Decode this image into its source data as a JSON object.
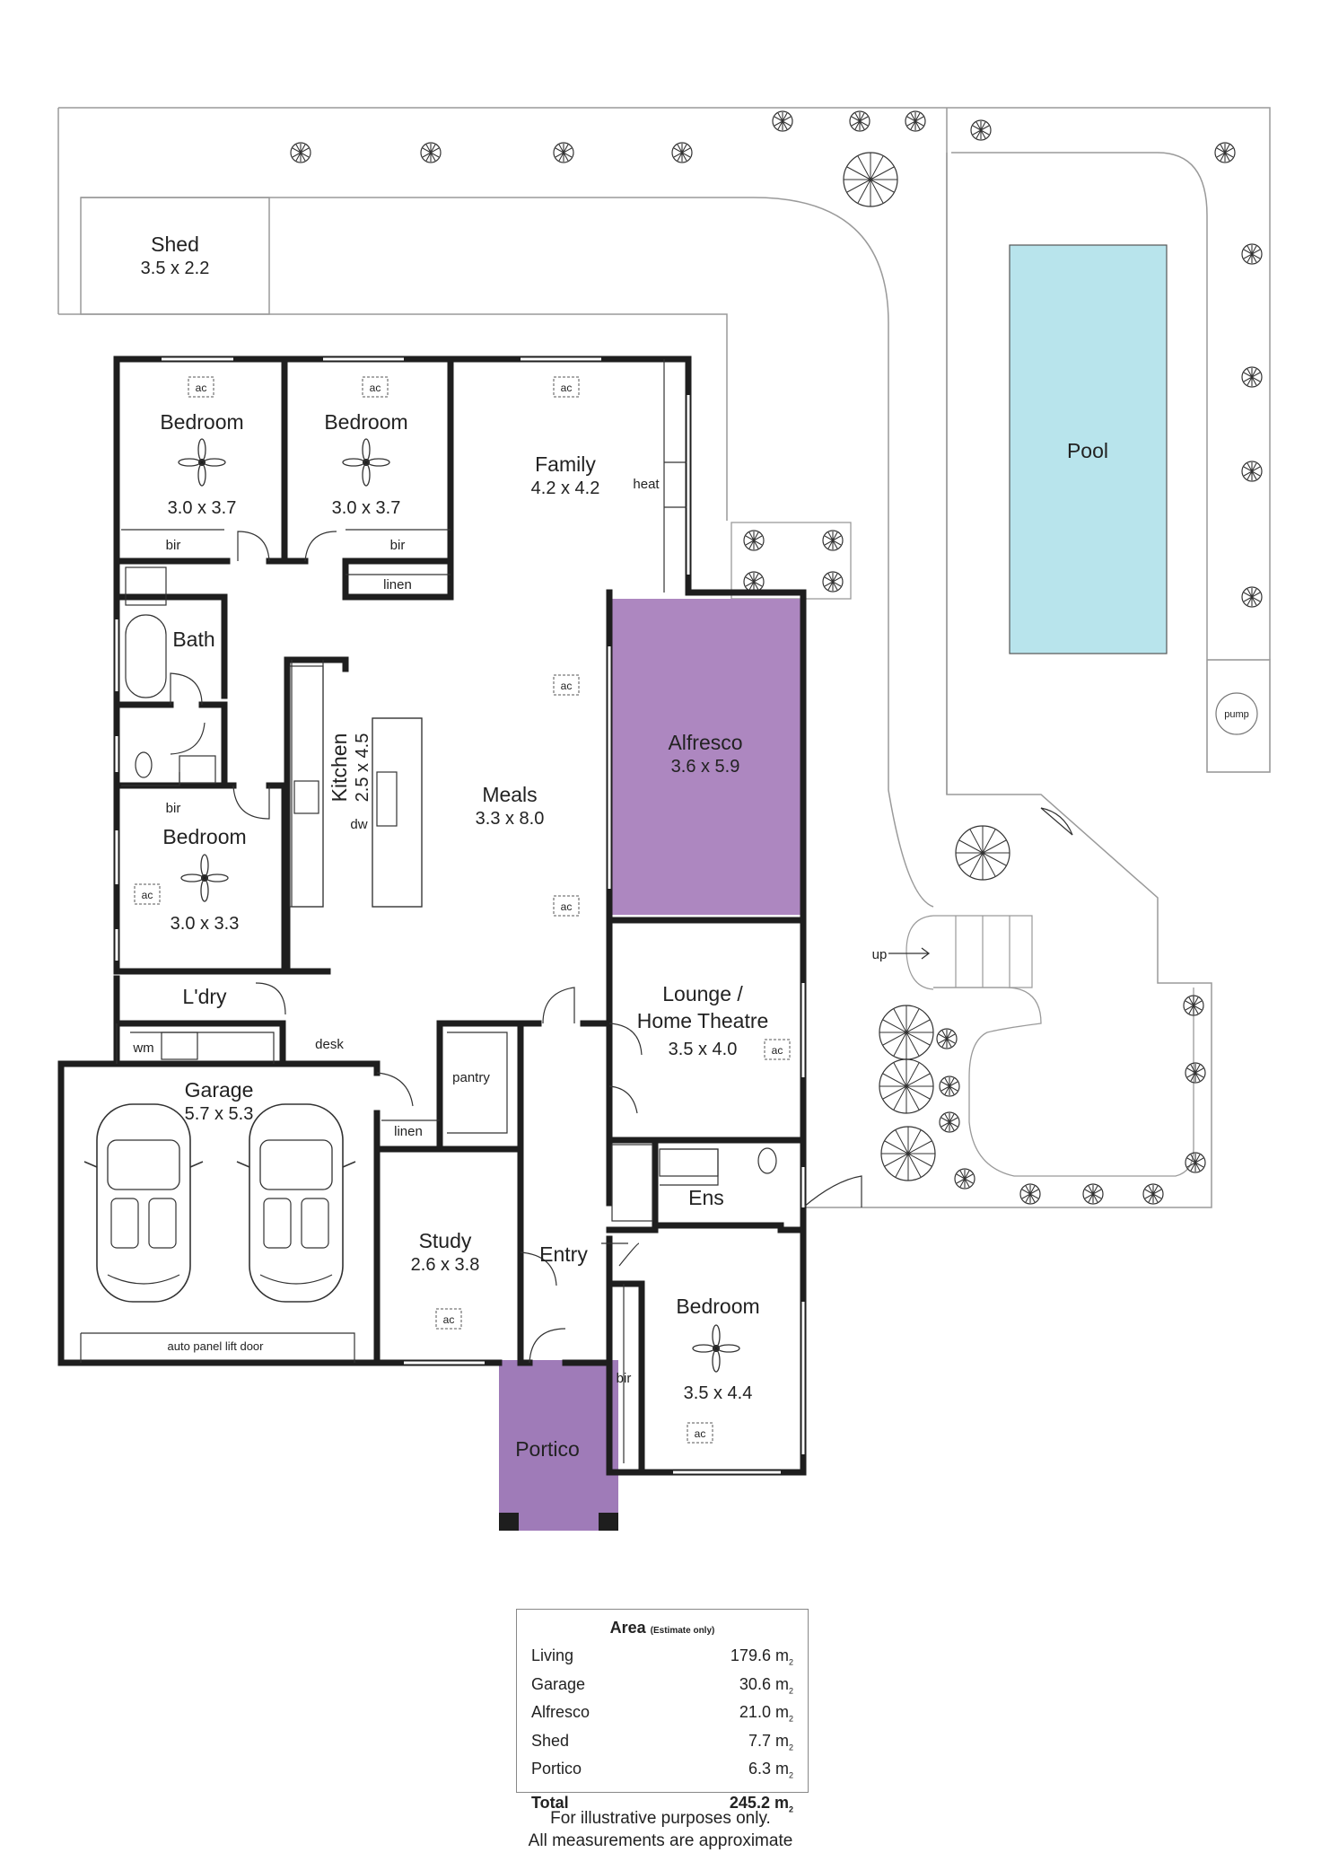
{
  "rooms": {
    "shed": {
      "name": "Shed",
      "dims": "3.5 x 2.2"
    },
    "bed1": {
      "name": "Bedroom",
      "dims": "3.0 x 3.7"
    },
    "bed2": {
      "name": "Bedroom",
      "dims": "3.0 x 3.7"
    },
    "family": {
      "name": "Family",
      "dims": "4.2 x 4.2"
    },
    "pool": {
      "name": "Pool"
    },
    "bath": {
      "name": "Bath"
    },
    "kitchen": {
      "name": "Kitchen",
      "dims": "2.5 x 4.5"
    },
    "meals": {
      "name": "Meals",
      "dims": "3.3 x 8.0"
    },
    "alfresco": {
      "name": "Alfresco",
      "dims": "3.6 x 5.9"
    },
    "bed3": {
      "name": "Bedroom",
      "dims": "3.0 x 3.3"
    },
    "laundry": {
      "name": "L'dry"
    },
    "lounge": {
      "name1": "Lounge /",
      "name2": "Home Theatre",
      "dims": "3.5 x 4.0"
    },
    "garage": {
      "name": "Garage",
      "dims": "5.7 x 5.3"
    },
    "study": {
      "name": "Study",
      "dims": "2.6 x 3.8"
    },
    "entry": {
      "name": "Entry"
    },
    "ens": {
      "name": "Ens"
    },
    "bed4": {
      "name": "Bedroom",
      "dims": "3.5 x 4.4"
    },
    "portico": {
      "name": "Portico"
    }
  },
  "labels": {
    "ac": "ac",
    "bir": "bir",
    "linen": "linen",
    "heat": "heat",
    "pump": "pump",
    "dw": "dw",
    "wm": "wm",
    "desk": "desk",
    "pantry": "pantry",
    "up": "up",
    "garage_door": "auto panel lift door"
  },
  "area_table": {
    "title": "Area",
    "note": "(Estimate only)",
    "unit": "m",
    "unit_sub": "2",
    "rows": [
      {
        "label": "Living",
        "value": "179.6"
      },
      {
        "label": "Garage",
        "value": "30.6"
      },
      {
        "label": "Alfresco",
        "value": "21.0"
      },
      {
        "label": "Shed",
        "value": "7.7"
      },
      {
        "label": "Portico",
        "value": "6.3"
      }
    ],
    "total_label": "Total",
    "total_value": "245.2"
  },
  "footer": {
    "line1": "For illustrative purposes only.",
    "line2": "All measurements are approximate"
  },
  "colors": {
    "wall": "#1e1e1e",
    "alfresco": "#ad87c0",
    "portico": "#9f7bb8",
    "pool": "#b8e4ec",
    "outline": "#9a9a9a"
  }
}
